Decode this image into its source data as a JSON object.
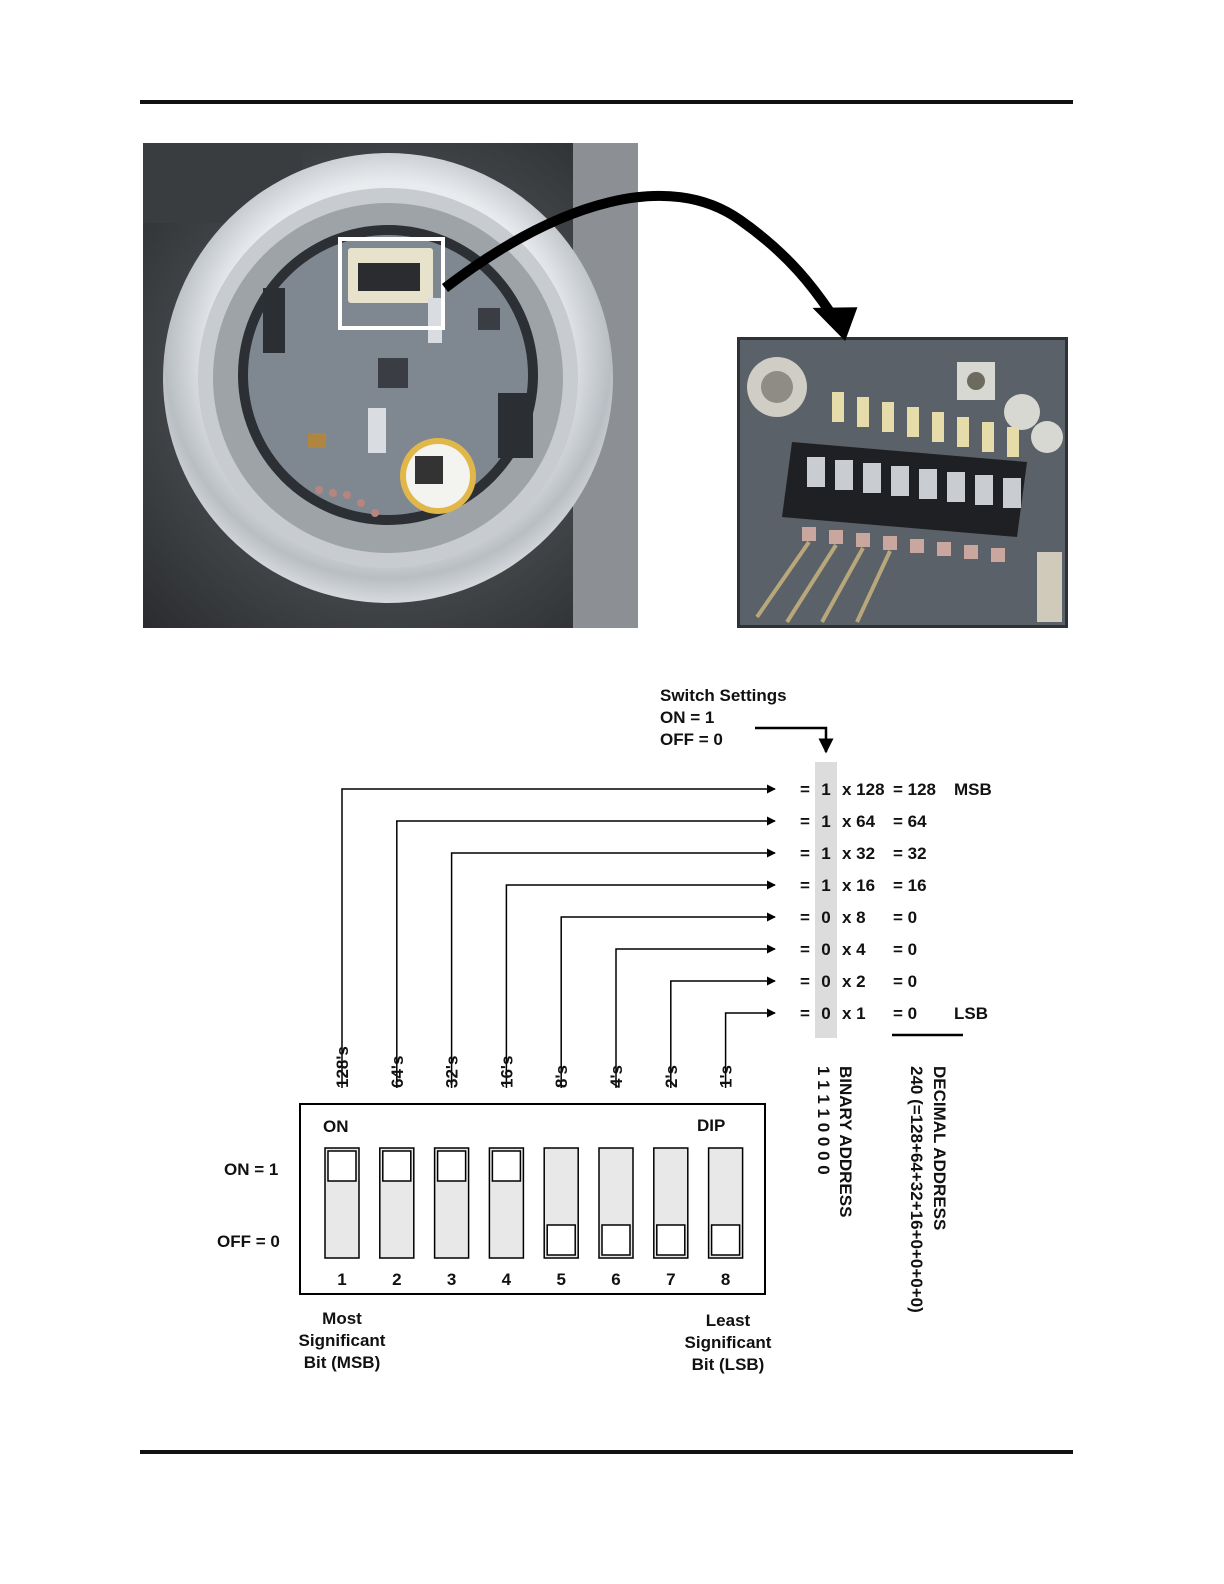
{
  "switch_settings": {
    "title": "Switch Settings",
    "on_label": "ON = 1",
    "off_label": "OFF = 0"
  },
  "bits": [
    {
      "weight_label": "128's",
      "position": "1",
      "switch_value": "1",
      "multiplier": "x 128",
      "result": "= 128",
      "tag": "MSB"
    },
    {
      "weight_label": "64's",
      "position": "2",
      "switch_value": "1",
      "multiplier": "x 64",
      "result": "= 64",
      "tag": ""
    },
    {
      "weight_label": "32's",
      "position": "3",
      "switch_value": "1",
      "multiplier": "x 32",
      "result": "= 32",
      "tag": ""
    },
    {
      "weight_label": "16's",
      "position": "4",
      "switch_value": "1",
      "multiplier": "x 16",
      "result": "= 16",
      "tag": ""
    },
    {
      "weight_label": "8's",
      "position": "5",
      "switch_value": "0",
      "multiplier": "x 8",
      "result": "= 0",
      "tag": ""
    },
    {
      "weight_label": "4's",
      "position": "6",
      "switch_value": "0",
      "multiplier": "x 4",
      "result": "= 0",
      "tag": ""
    },
    {
      "weight_label": "2's",
      "position": "7",
      "switch_value": "0",
      "multiplier": "x 2",
      "result": "= 0",
      "tag": ""
    },
    {
      "weight_label": "1's",
      "position": "8",
      "switch_value": "0",
      "multiplier": "x 1",
      "result": "= 0",
      "tag": "LSB"
    }
  ],
  "equals_sign": "=",
  "dip_switch": {
    "on_text": "ON",
    "dip_text": "DIP",
    "side_on_label": "ON = 1",
    "side_off_label": "OFF = 0"
  },
  "msb_caption": [
    "Most",
    "Significant",
    "Bit (MSB)"
  ],
  "lsb_caption": [
    "Least",
    "Significant",
    "Bit (LSB)"
  ],
  "binary_address": {
    "title": "BINARY ADDRESS",
    "value": "1 1 1 1 0 0 0 0"
  },
  "decimal_address": {
    "title": "DECIMAL ADDRESS",
    "value": "240 (=128+64+32+16+0+0+0+0)"
  }
}
